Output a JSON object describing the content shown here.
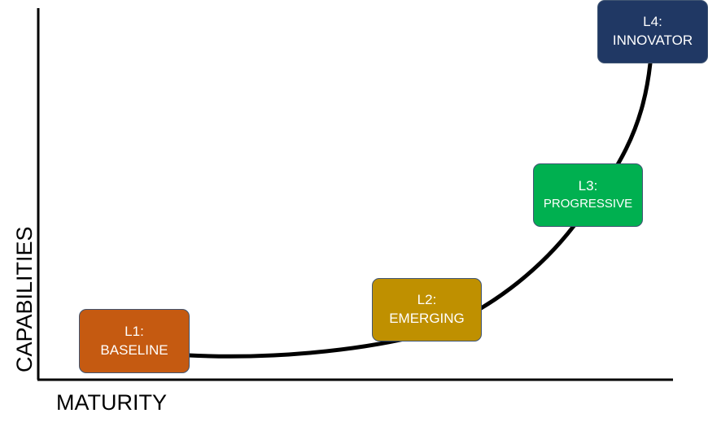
{
  "axes": {
    "x_label": "MATURITY",
    "y_label": "CAPABILITIES"
  },
  "levels": [
    {
      "code": "L1:",
      "name": "BASELINE",
      "color": "#c55a11"
    },
    {
      "code": "L2:",
      "name": "EMERGING",
      "color": "#bf9000"
    },
    {
      "code": "L3:",
      "name": "PROGRESSIVE",
      "color": "#00b050"
    },
    {
      "code": "L4:",
      "name": "INNOVATOR",
      "color": "#203864"
    }
  ],
  "colors": {
    "axis": "#000000",
    "curve": "#000000",
    "box_border": "#3f5573",
    "box_text": "#ffffff"
  }
}
